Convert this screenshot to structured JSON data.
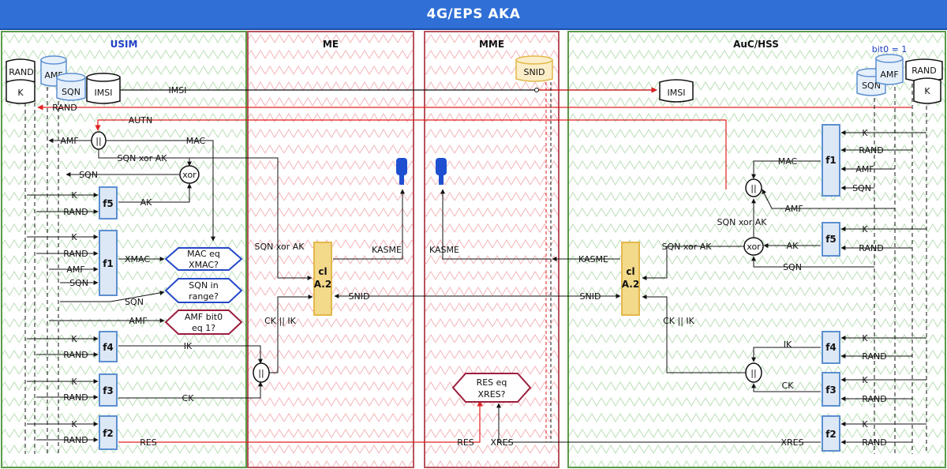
{
  "title": "4G/EPS AKA",
  "colors": {
    "title_bg": "#2f6fd6",
    "usim": "#5b9b4a",
    "me": "#b9525c",
    "mme": "#b9525c",
    "hss": "#5b9b4a",
    "key": "#1f4fd1",
    "hex_blue": "#2448c8",
    "hex_red": "#9c1d3c",
    "red_line": "#e02020",
    "kdf": "#f3d98a"
  },
  "panes": {
    "usim": "USIM",
    "me": "ME",
    "mme": "MME",
    "hss": "AuC/HSS"
  },
  "usim": {
    "store_rand": "RAND",
    "store_k": "K",
    "store_amf": "AMF",
    "store_sqn": "SQN",
    "store_imsi": "IMSI",
    "lbl_rand_in": "RAND",
    "lbl_autn": "AUTN",
    "lbl_amf1": "AMF",
    "lbl_mac1": "MAC",
    "lbl_sqnak": "SQN xor AK",
    "lbl_sqn_out": "SQN",
    "xor": "xor",
    "f5": "f5",
    "f5_k": "K",
    "f5_rand": "RAND",
    "f5_ak": "AK",
    "f1": "f1",
    "f1_k": "K",
    "f1_rand": "RAND",
    "f1_amf": "AMF",
    "f1_sqn": "SQN",
    "f1_xmac": "XMAC",
    "lbl_sqn_chk": "SQN",
    "lbl_amf_chk": "AMF",
    "hex_mac": [
      "MAC eq",
      "XMAC?"
    ],
    "hex_sqn": [
      "SQN in",
      "range?"
    ],
    "hex_amf": [
      "AMF bit0",
      "eq 1?"
    ],
    "f4": "f4",
    "f4_k": "K",
    "f4_rand": "RAND",
    "f4_ik": "IK",
    "f3": "f3",
    "f3_k": "K",
    "f3_rand": "RAND",
    "f3_ck": "CK",
    "f2": "f2",
    "f2_k": "K",
    "f2_rand": "RAND",
    "f2_res": "RES",
    "concat": "||"
  },
  "me": {
    "sqnak": "SQN xor AK",
    "kasme": "KASME",
    "snid": "SNID",
    "ckik": "CK || IK",
    "kdf": [
      "cl",
      "A.2"
    ],
    "concat": "||"
  },
  "mme": {
    "snid_store": "SNID",
    "kasme": "KASME",
    "res": "RES",
    "xres": "XRES",
    "hex_res": [
      "RES eq",
      "XRES?"
    ]
  },
  "hss": {
    "imsi": "IMSI",
    "bit0": "bit0 = 1",
    "store_sqn": "SQN",
    "store_amf": "AMF",
    "store_rand": "RAND",
    "store_k": "K",
    "f1": "f1",
    "f1_k": "K",
    "f1_rand": "RAND",
    "f1_amf": "AMF",
    "f1_sqn": "SQN",
    "lbl_mac": "MAC",
    "lbl_amf": "AMF",
    "lbl_sqnak": "SQN xor AK",
    "f5": "f5",
    "f5_k": "K",
    "f5_rand": "RAND",
    "f5_ak": "AK",
    "lbl_sqnak2": "SQN xor AK",
    "xor": "xor",
    "lbl_sqn": "SQN",
    "kasme": "KASME",
    "snid": "SNID",
    "ckik": "CK || IK",
    "kdf": [
      "cl",
      "A.2"
    ],
    "f4": "f4",
    "f4_k": "K",
    "f4_rand": "RAND",
    "f4_ik": "IK",
    "f3": "f3",
    "f3_k": "K",
    "f3_rand": "RAND",
    "f3_ck": "CK",
    "f2": "f2",
    "f2_k": "K",
    "f2_rand": "RAND",
    "f2_xres": "XRES",
    "concat": "||"
  }
}
